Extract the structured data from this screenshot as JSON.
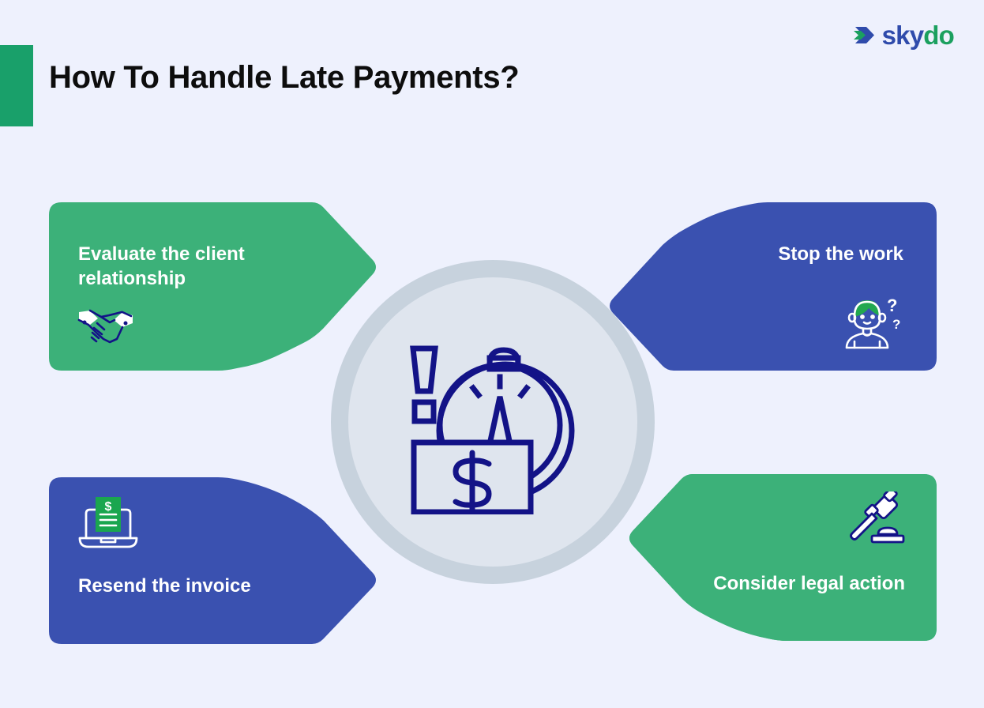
{
  "page": {
    "title": "How To Handle Late Payments?",
    "background_color": "#eef1fd"
  },
  "brand": {
    "name_part_1": "sky",
    "name_part_2": "do",
    "mark_name": "skydo-chevron-logo-icon",
    "color_primary": "#2f4bab",
    "color_secondary": "#1ba05f"
  },
  "colors": {
    "green": "#3cb179",
    "navy": "#3a51b0",
    "navy_dark": "#131387",
    "accent_bar": "#19a06a",
    "hub_ring": "#c7d2dd",
    "hub_inner": "#dfe5ee",
    "title_text": "#0d0d0d",
    "card_text": "#ffffff"
  },
  "center": {
    "icon_name": "overdue-payment-stopwatch-icon",
    "description": "stopwatch with dollar banknote and exclamation mark"
  },
  "cards": [
    {
      "id": "evaluate",
      "label": "Evaluate the client relationship",
      "icon_name": "handshake-icon",
      "color": "#3cb179",
      "position": "top-left"
    },
    {
      "id": "stop",
      "label": "Stop the work",
      "icon_name": "confused-person-icon",
      "color": "#3a51b0",
      "position": "top-right"
    },
    {
      "id": "resend",
      "label": "Resend the invoice",
      "icon_name": "laptop-invoice-icon",
      "color": "#3a51b0",
      "position": "bottom-left"
    },
    {
      "id": "legal",
      "label": "Consider legal action",
      "icon_name": "gavel-icon",
      "color": "#3cb179",
      "position": "bottom-right"
    }
  ]
}
